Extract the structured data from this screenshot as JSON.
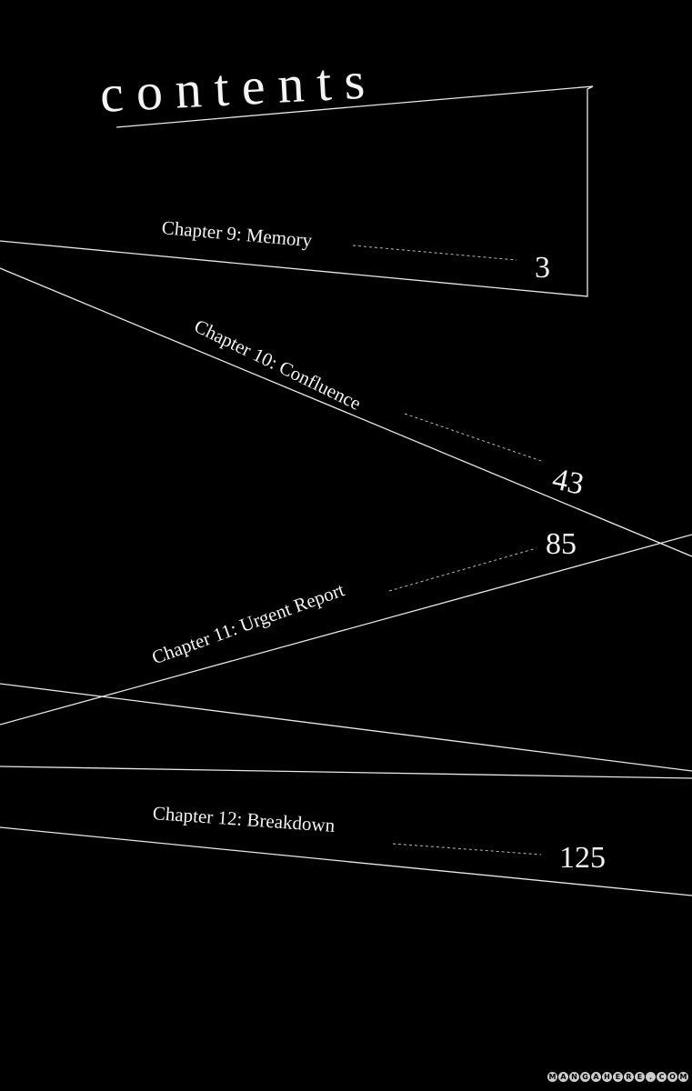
{
  "title": "contents",
  "chapters": [
    {
      "label": "Chapter 9: Memory",
      "page": "3"
    },
    {
      "label": "Chapter 10: Confluence",
      "page": "43"
    },
    {
      "label": "Chapter 11: Urgent Report",
      "page": "85"
    },
    {
      "label": "Chapter 12: Breakdown",
      "page": "125"
    }
  ],
  "watermark": "MANGAHERE.COM"
}
